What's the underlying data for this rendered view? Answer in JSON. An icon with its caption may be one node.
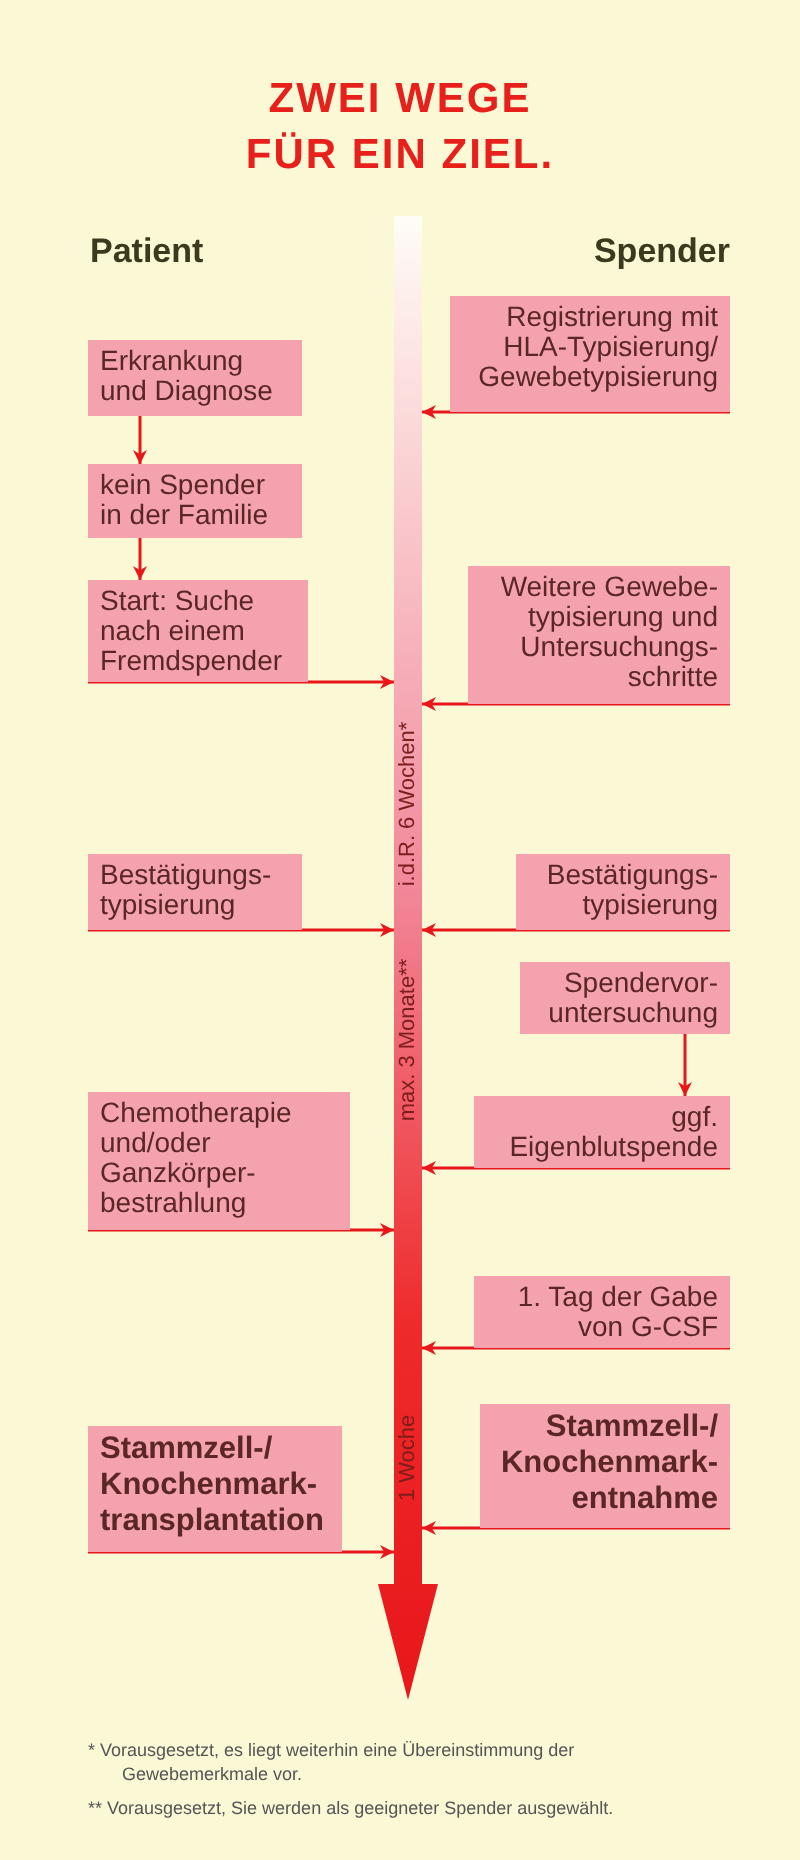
{
  "diagram": {
    "title": "ZWEI WEGE FÜR EIN ZIEL.",
    "nodes": [
      {
        "text": [
          "i.d.R. 6 Wochen*",
          "max. 3 Monate**",
          "1 Woche"
        ]
      },
      {
        "text": [
          "Registrierung mit HLA-Typisierung/ Gewebetypisierung"
        ]
      },
      {
        "text": [
          "Erkrankung und Diagnose"
        ]
      },
      {
        "text": [
          "kein Spender in der Familie"
        ]
      },
      {
        "text": [
          "Start: Suche nach einem Fremdspender"
        ]
      },
      {
        "text": [
          "Weitere Gewebe- typisierung und Untersuchungs- schritte"
        ]
      },
      {
        "text": [
          "Bestätigungs- typisierung"
        ]
      },
      {
        "text": [
          "Bestätigungs- typisierung"
        ]
      },
      {
        "text": [
          "Spendervor- untersuchung"
        ]
      },
      {
        "text": [
          "Chemotherapie und/oder Ganzkörper- bestrahlung"
        ]
      },
      {
        "text": [
          "ggf. Eigenblutspende"
        ]
      },
      {
        "text": [
          "1. Tag der Gabe von G-CSF"
        ]
      },
      {
        "text": [
          "Stammzell-/ Knochenmark- transplantation"
        ]
      },
      {
        "text": [
          "Stammzell-/ Knochenmark- entnahme"
        ]
      }
    ],
    "edges": [
      {
        "from": 1,
        "to": 0,
        "arrow": "to"
      },
      {
        "from": 2,
        "to": 3,
        "arrow": "to"
      },
      {
        "from": 3,
        "to": 4,
        "arrow": "to"
      },
      {
        "from": 4,
        "to": 0,
        "arrow": "to"
      },
      {
        "from": 5,
        "to": 0,
        "arrow": "to"
      },
      {
        "from": 6,
        "to": 0,
        "arrow": "to"
      },
      {
        "from": 7,
        "to": 0,
        "arrow": "to"
      },
      {
        "from": 8,
        "to": 10,
        "arrow": "to"
      },
      {
        "from": 9,
        "to": 0,
        "arrow": "to"
      },
      {
        "from": 10,
        "to": 0,
        "arrow": "to"
      },
      {
        "from": 11,
        "to": 0,
        "arrow": "to"
      },
      {
        "from": 12,
        "to": 0,
        "arrow": "to"
      },
      {
        "from": 13,
        "to": 0,
        "arrow": "to"
      }
    ],
    "labels": [
      "Patient",
      "Spender",
      "* Vorausgesetzt, es liegt weiterhin eine Übereinstimmung der Gewebemerkmale vor.",
      "** Vorausgesetzt, Sie werden als geeigneter Spender ausgewählt."
    ]
  }
}
